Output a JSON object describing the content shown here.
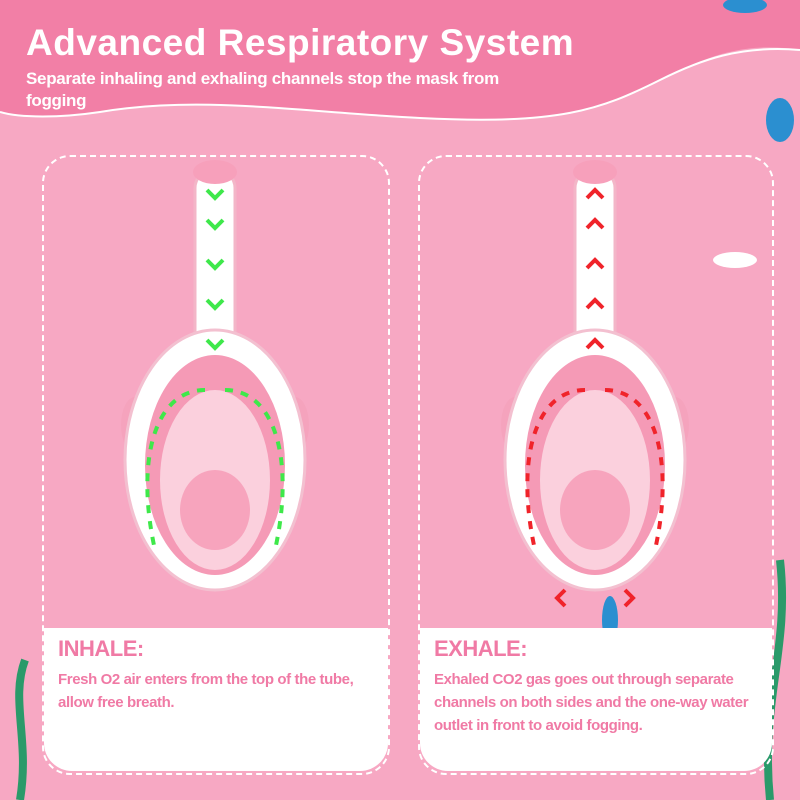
{
  "header": {
    "title": "Advanced Respiratory System",
    "subtitle": "Separate inhaling and exhaling channels stop the mask from fogging"
  },
  "panels": [
    {
      "heading": "INHALE:",
      "text": "Fresh O2 air enters from the top of the tube, allow free breath.",
      "arrow_color": "#3ee84a",
      "icon": "inhale-arrows-icon"
    },
    {
      "heading": "EXHALE:",
      "text": "Exhaled CO2 gas goes out through separate channels on both sides and the one-way water outlet in front to avoid fogging.",
      "arrow_color": "#f0232a",
      "icon": "exhale-arrows-icon"
    }
  ],
  "colors": {
    "header": "#f27fa6",
    "background": "#f7a8c3",
    "text": "#f07aa5"
  }
}
